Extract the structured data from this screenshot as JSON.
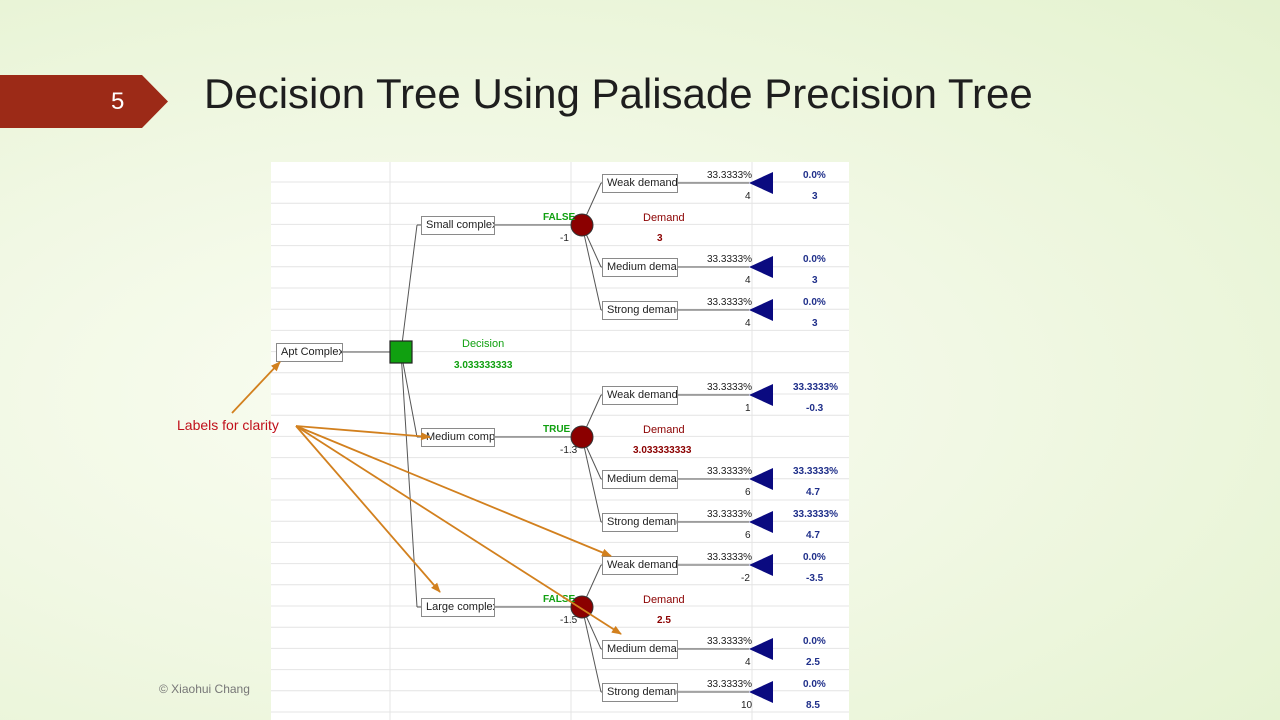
{
  "slide": {
    "number": "5",
    "title": "Decision Tree Using Palisade Precision Tree",
    "annotation": "Labels for clarity",
    "copyright": "© Xiaohui Chang"
  },
  "tree": {
    "root": {
      "label": "Apt Complex",
      "decision_label": "Decision",
      "decision_value": "3.033333333"
    },
    "branches": [
      {
        "label": "Small complex",
        "flag": "FALSE",
        "cost": "-1",
        "chance_label": "Demand",
        "chance_value": "3",
        "outcomes": [
          {
            "label": "Weak demand",
            "prob": "33.3333%",
            "payoff": "4",
            "result_prob": "0.0%",
            "result_value": "3"
          },
          {
            "label": "Medium demand",
            "prob": "33.3333%",
            "payoff": "4",
            "result_prob": "0.0%",
            "result_value": "3"
          },
          {
            "label": "Strong demand",
            "prob": "33.3333%",
            "payoff": "4",
            "result_prob": "0.0%",
            "result_value": "3"
          }
        ]
      },
      {
        "label": "Medium complex",
        "flag": "TRUE",
        "cost": "-1.3",
        "chance_label": "Demand",
        "chance_value": "3.033333333",
        "outcomes": [
          {
            "label": "Weak demand",
            "prob": "33.3333%",
            "payoff": "1",
            "result_prob": "33.3333%",
            "result_value": "-0.3"
          },
          {
            "label": "Medium demand",
            "prob": "33.3333%",
            "payoff": "6",
            "result_prob": "33.3333%",
            "result_value": "4.7"
          },
          {
            "label": "Strong demand",
            "prob": "33.3333%",
            "payoff": "6",
            "result_prob": "33.3333%",
            "result_value": "4.7"
          }
        ]
      },
      {
        "label": "Large complex",
        "flag": "FALSE",
        "cost": "-1.5",
        "chance_label": "Demand",
        "chance_value": "2.5",
        "outcomes": [
          {
            "label": "Weak demand",
            "prob": "33.3333%",
            "payoff": "-2",
            "result_prob": "0.0%",
            "result_value": "-3.5"
          },
          {
            "label": "Medium demand",
            "prob": "33.3333%",
            "payoff": "4",
            "result_prob": "0.0%",
            "result_value": "2.5"
          },
          {
            "label": "Strong demand",
            "prob": "33.3333%",
            "payoff": "10",
            "result_prob": "0.0%",
            "result_value": "8.5"
          }
        ]
      }
    ]
  },
  "colors": {
    "badge": "#9c2a17",
    "decision_node": "#10a010",
    "chance_node": "#8b0000",
    "terminal_node": "#0a0a80",
    "annotation_arrow": "#d2801e",
    "flag_text": "#10a010",
    "result_text": "#1f2f8a"
  }
}
